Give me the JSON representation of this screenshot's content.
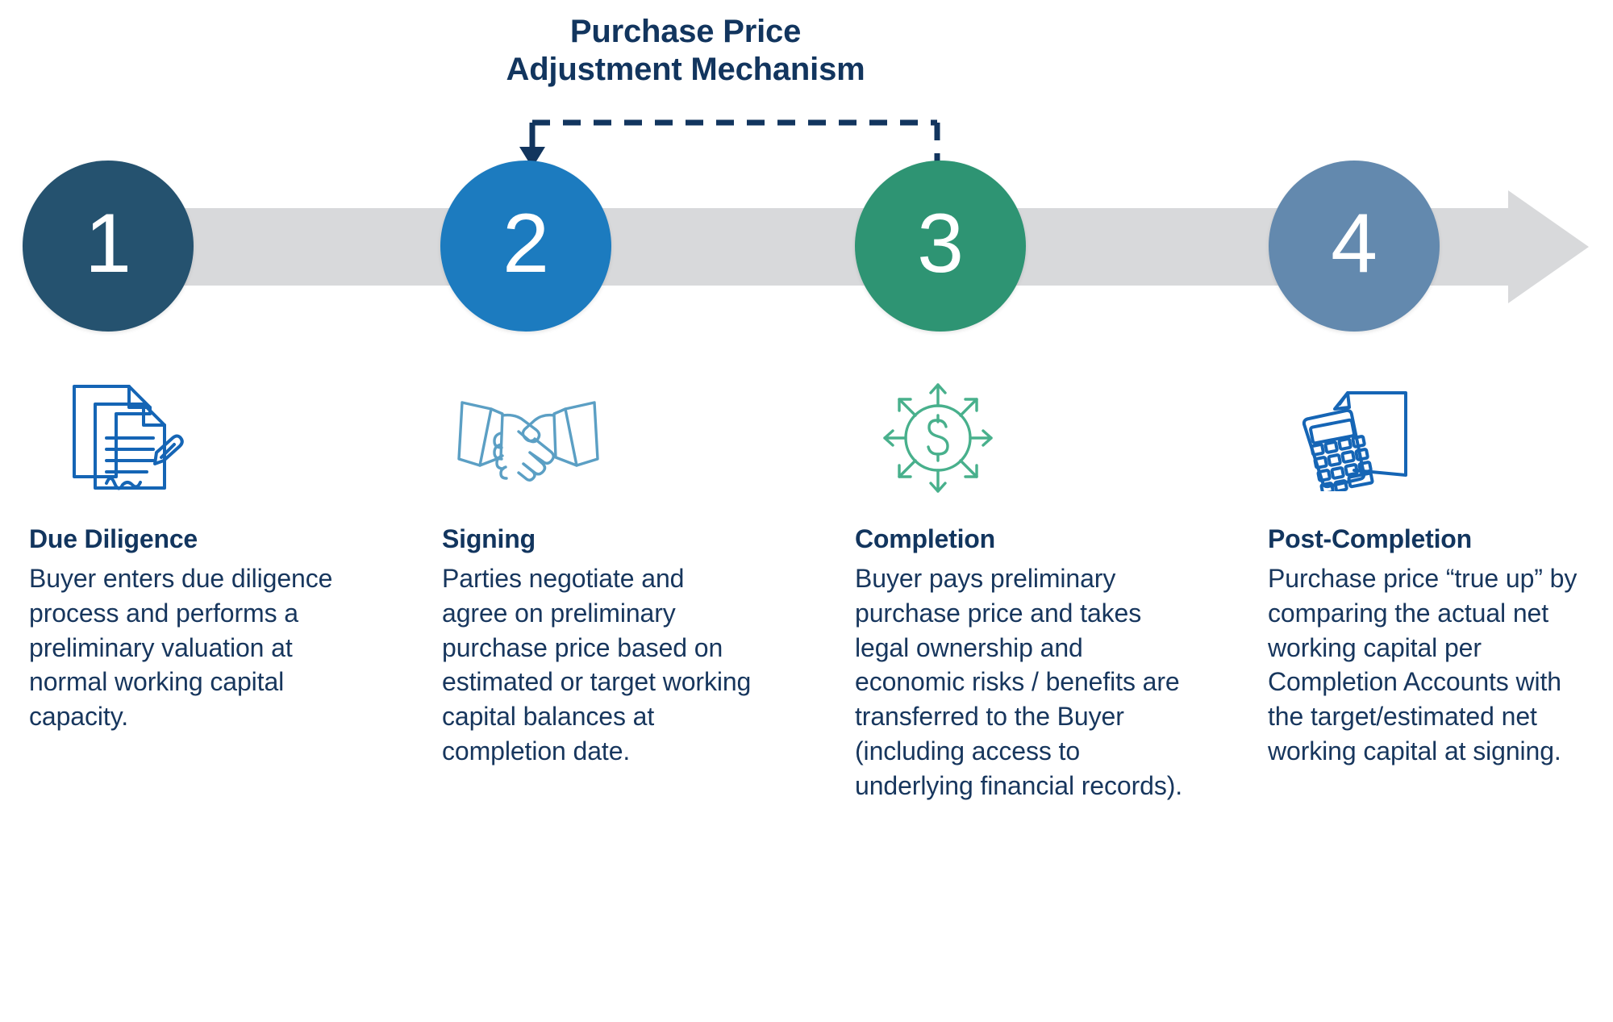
{
  "diagram": {
    "title_line1": "Purchase Price",
    "title_line2": "Adjustment Mechanism",
    "title_color": "#12355E",
    "connector": {
      "name": "purchase-price-adjustment-bracket",
      "style": "dashed",
      "color": "#12355E",
      "from_step": 3,
      "to_step": 2,
      "arrow_target": "step-2-circle"
    },
    "timeline": {
      "bar_color": "#D8D9DB",
      "direction": "left-to-right",
      "arrow_head": true
    },
    "steps": [
      {
        "number": "1",
        "circle_color": "#25526F",
        "icon": "document-signature-icon",
        "icon_color": "#1565B5",
        "heading": "Due Diligence",
        "body": "Buyer enters due diligence process and performs a preliminary valuation at normal working capital capacity."
      },
      {
        "number": "2",
        "circle_color": "#1C7BBF",
        "icon": "handshake-icon",
        "icon_color": "#5B9FC4",
        "heading": "Signing",
        "body": "Parties negotiate and agree on preliminary purchase price based on estimated or target working capital balances at completion date."
      },
      {
        "number": "3",
        "circle_color": "#2E9473",
        "icon": "dollar-expand-icon",
        "icon_color": "#48B08C",
        "heading": "Completion",
        "body": "Buyer pays preliminary purchase price and takes legal ownership and economic risks / benefits are transferred to the Buyer (including access to underlying financial records)."
      },
      {
        "number": "4",
        "circle_color": "#6389AE",
        "icon": "calculator-document-icon",
        "icon_color": "#1565B5",
        "heading": "Post-Completion",
        "body": "Purchase price “true up” by comparing the actual net working capital per Completion Accounts with the target/estimated net working capital at signing."
      }
    ]
  }
}
